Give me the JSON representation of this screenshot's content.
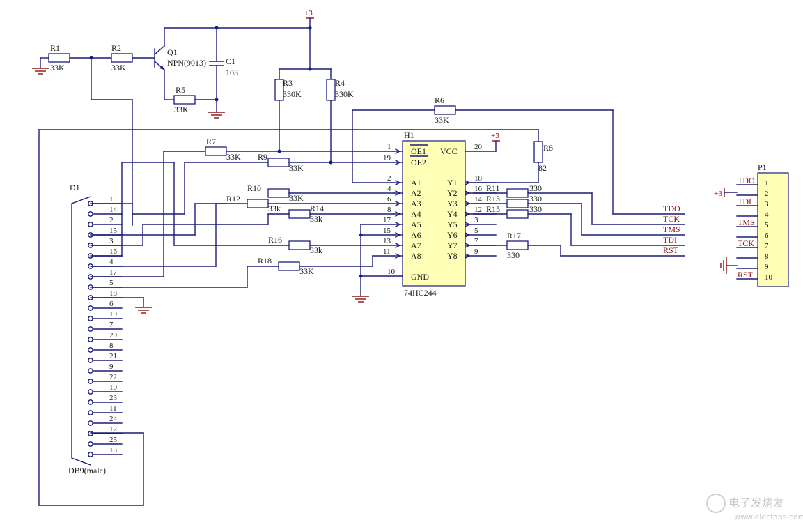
{
  "power": {
    "label": "+3"
  },
  "q1": {
    "ref": "Q1",
    "part": "NPN(9013)"
  },
  "c1": {
    "ref": "C1",
    "value": "103"
  },
  "resistors": [
    {
      "ref": "R1",
      "value": "33K"
    },
    {
      "ref": "R2",
      "value": "33K"
    },
    {
      "ref": "R3",
      "value": "330K"
    },
    {
      "ref": "R4",
      "value": "330K"
    },
    {
      "ref": "R5",
      "value": "33K"
    },
    {
      "ref": "R6",
      "value": "33K"
    },
    {
      "ref": "R7",
      "value": "33K"
    },
    {
      "ref": "R8",
      "value": "82"
    },
    {
      "ref": "R9",
      "value": "33K"
    },
    {
      "ref": "R10",
      "value": "33K"
    },
    {
      "ref": "R11",
      "value": "330"
    },
    {
      "ref": "R12",
      "value": "33k"
    },
    {
      "ref": "R13",
      "value": "330"
    },
    {
      "ref": "R14",
      "value": "33k"
    },
    {
      "ref": "R15",
      "value": "330"
    },
    {
      "ref": "R16",
      "value": "33k"
    },
    {
      "ref": "R17",
      "value": "330"
    },
    {
      "ref": "R18",
      "value": "33K"
    }
  ],
  "h1": {
    "ref": "H1",
    "part": "74HC244",
    "vcc": "VCC",
    "gnd": "GND",
    "vcc_pin": "20",
    "gnd_pin": "10",
    "left_pins": [
      {
        "num": "1",
        "name": "OE1"
      },
      {
        "num": "19",
        "name": "OE2"
      },
      {
        "num": "2",
        "name": "A1"
      },
      {
        "num": "4",
        "name": "A2"
      },
      {
        "num": "6",
        "name": "A3"
      },
      {
        "num": "8",
        "name": "A4"
      },
      {
        "num": "17",
        "name": "A5"
      },
      {
        "num": "15",
        "name": "A6"
      },
      {
        "num": "13",
        "name": "A7"
      },
      {
        "num": "11",
        "name": "A8"
      }
    ],
    "right_pins": [
      {
        "num": "18",
        "name": "Y1"
      },
      {
        "num": "16",
        "name": "Y2"
      },
      {
        "num": "14",
        "name": "Y3"
      },
      {
        "num": "12",
        "name": "Y4"
      },
      {
        "num": "3",
        "name": "Y5"
      },
      {
        "num": "5",
        "name": "Y6"
      },
      {
        "num": "7",
        "name": "Y7"
      },
      {
        "num": "9",
        "name": "Y8"
      }
    ]
  },
  "nets": [
    "TDO",
    "TCK",
    "TMS",
    "TDI",
    "RST"
  ],
  "d1": {
    "ref": "D1",
    "part": "DB9(male)",
    "pins": [
      "1",
      "14",
      "2",
      "15",
      "3",
      "16",
      "4",
      "17",
      "5",
      "18",
      "6",
      "19",
      "7",
      "20",
      "8",
      "21",
      "9",
      "22",
      "10",
      "23",
      "11",
      "24",
      "12",
      "25",
      "13"
    ]
  },
  "p1": {
    "ref": "P1",
    "pins": [
      {
        "num": "1",
        "label": "TDO"
      },
      {
        "num": "2",
        "label": ""
      },
      {
        "num": "3",
        "label": "TDI"
      },
      {
        "num": "4",
        "label": ""
      },
      {
        "num": "5",
        "label": "TMS"
      },
      {
        "num": "6",
        "label": ""
      },
      {
        "num": "7",
        "label": "TCK"
      },
      {
        "num": "8",
        "label": ""
      },
      {
        "num": "9",
        "label": ""
      },
      {
        "num": "10",
        "label": "RST"
      }
    ]
  },
  "watermark": {
    "site": "电子发烧友",
    "url": "www.elecfans.com"
  }
}
